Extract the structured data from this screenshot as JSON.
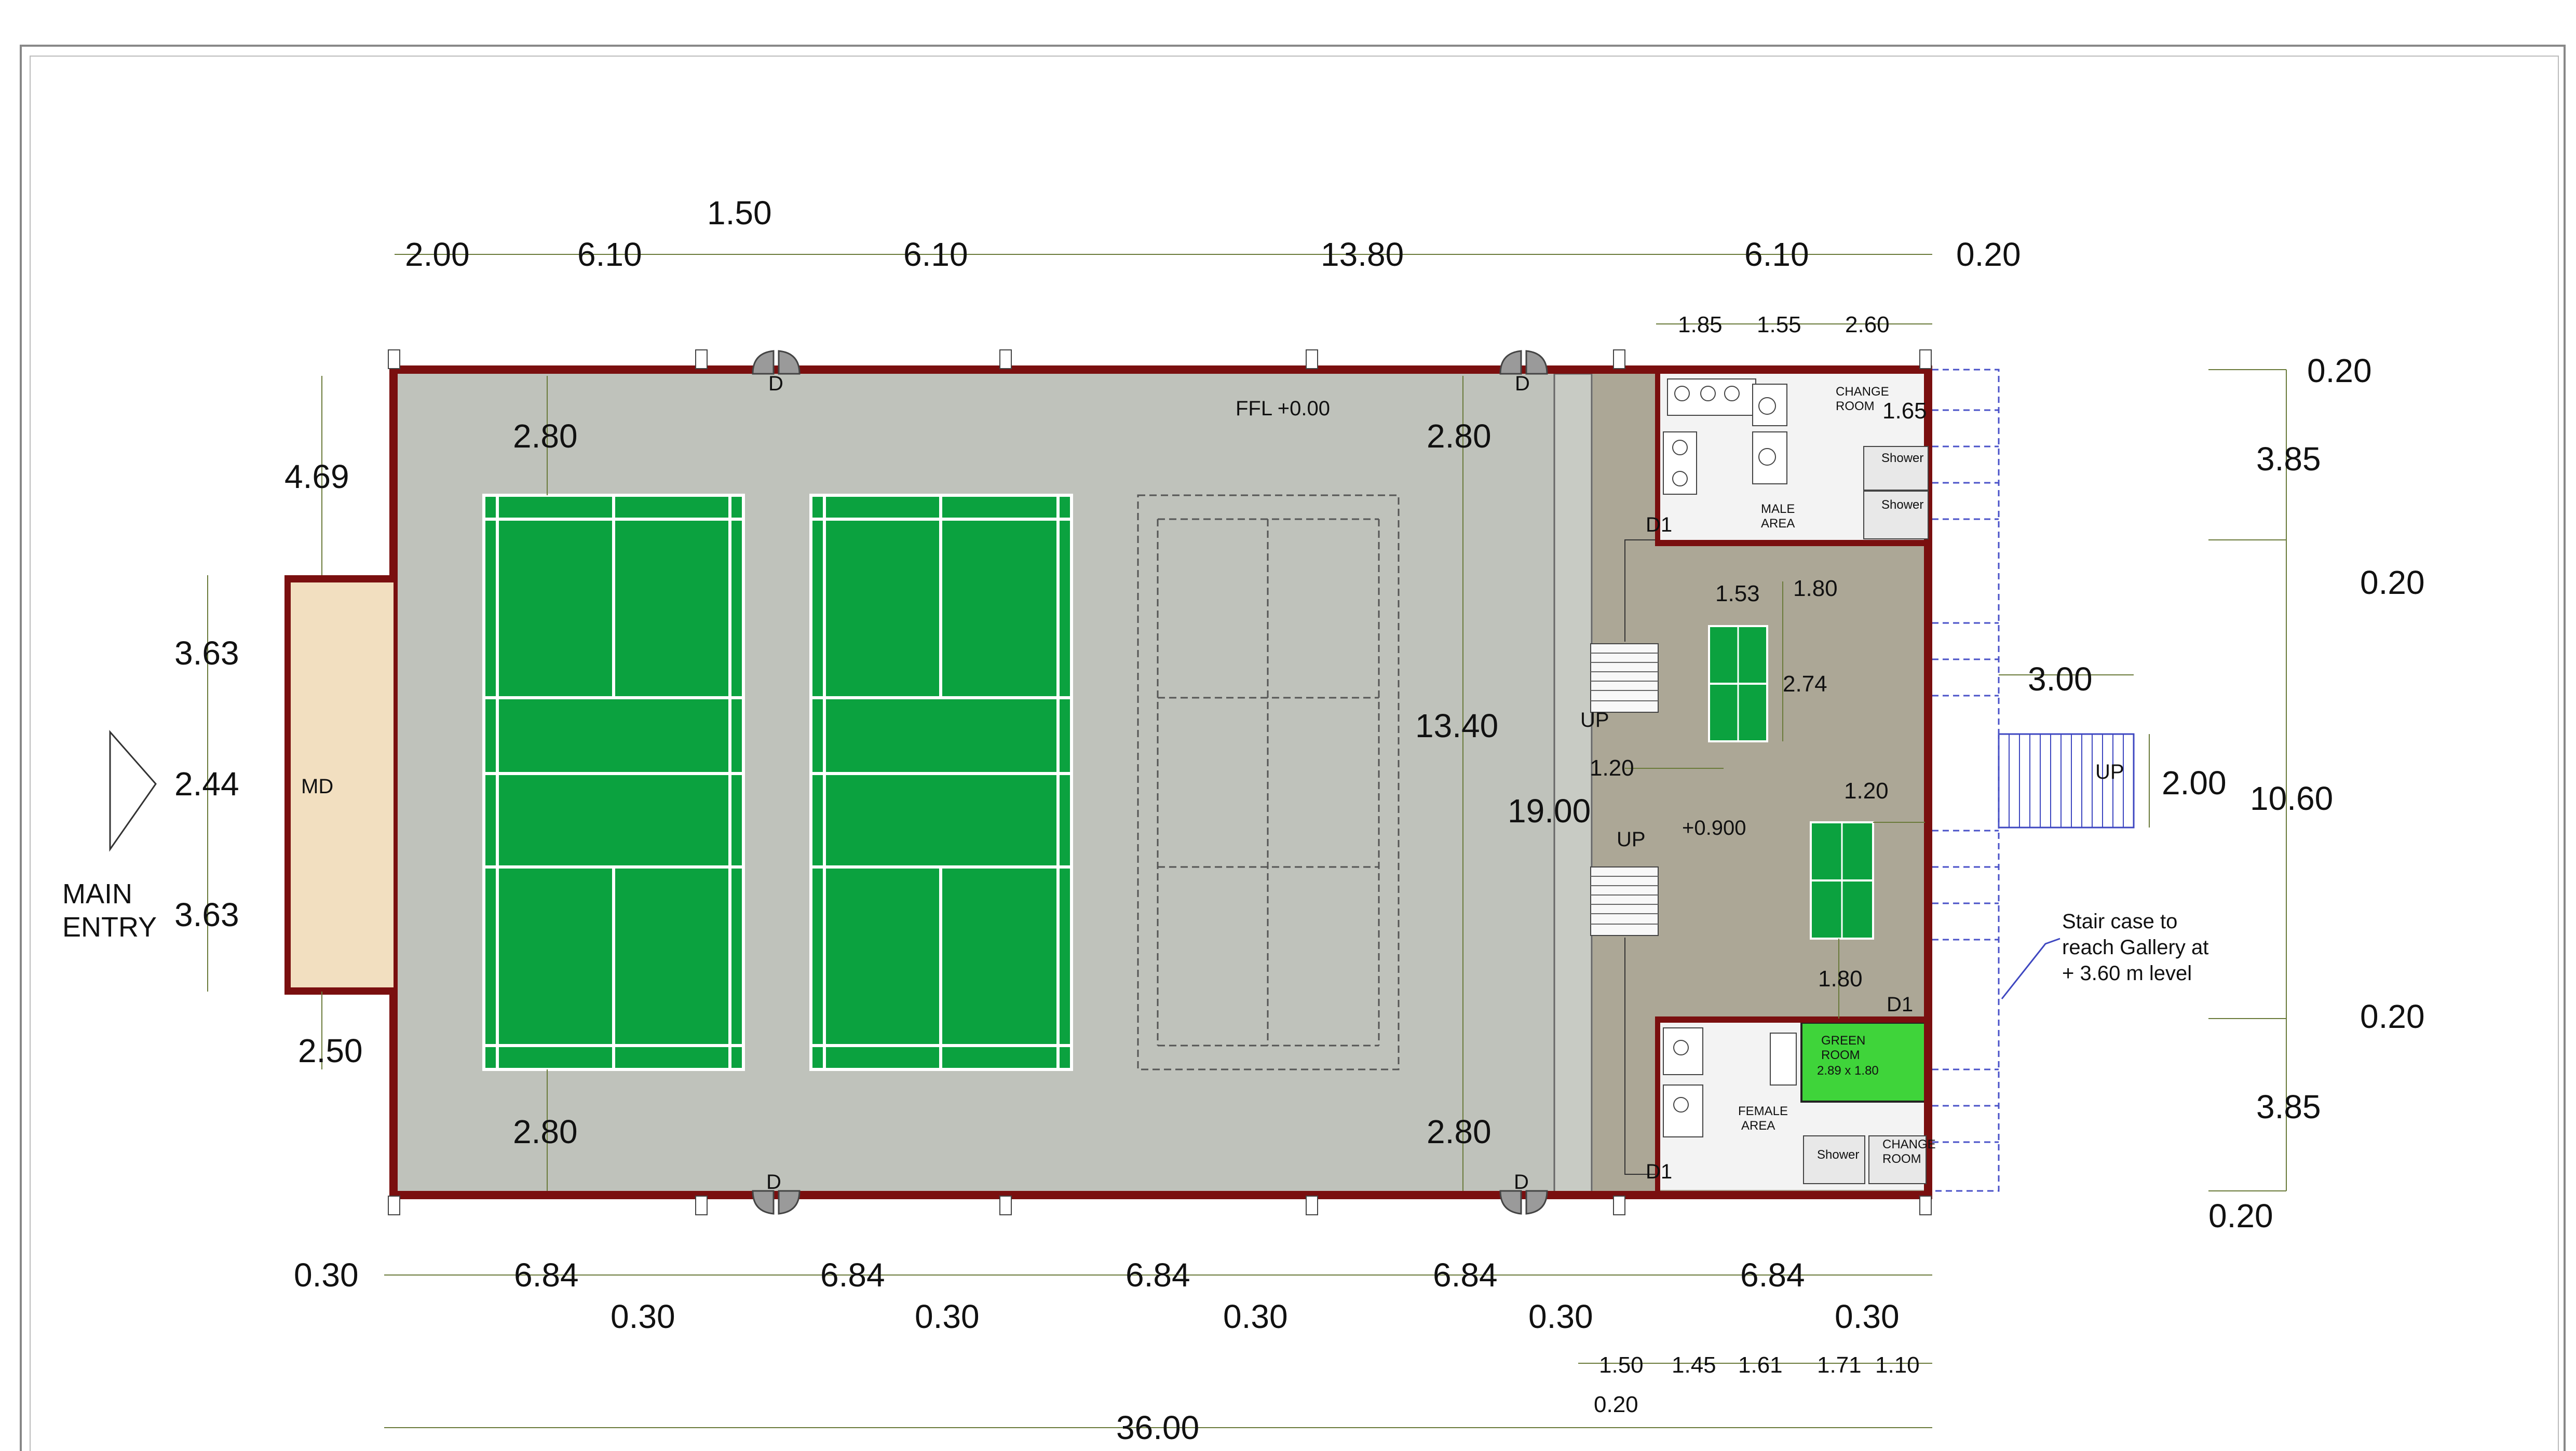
{
  "plan": {
    "labels": {
      "main_entry_1": "MAIN",
      "main_entry_2": "ENTRY",
      "md": "MD",
      "ffl": "FFL  +0.00",
      "level": "+0.900",
      "door": "D",
      "door_d1": "D1",
      "up": "UP",
      "change_room_1": "CHANGE",
      "change_room_2": "ROOM",
      "change_room_b1": "CHANGE",
      "change_room_b2": "ROOM",
      "shower": "Shower",
      "male_area_1": "MALE",
      "male_area_2": "AREA",
      "female_area_1": "FEMALE",
      "female_area_2": "AREA",
      "green_room_1": "GREEN",
      "green_room_2": "ROOM",
      "green_room_size": "2.89 x 1.80",
      "stair_note_1": "Stair case to",
      "stair_note_2": "reach Gallery at",
      "stair_note_3": "+ 3.60 m level"
    },
    "dims_top": [
      "2.00",
      "6.10",
      "1.50",
      "6.10",
      "13.80",
      "6.10",
      "0.20"
    ],
    "dims_top_small": [
      "1.85",
      "1.55",
      "2.60",
      "1.65"
    ],
    "dims_left": [
      "4.69",
      "3.63",
      "2.44",
      "3.63",
      "2.50"
    ],
    "dims_court": [
      "2.80",
      "2.80",
      "2.80",
      "2.80",
      "13.40",
      "19.00"
    ],
    "dims_annex": [
      "1.53",
      "1.80",
      "2.74",
      "1.20",
      "1.20",
      "1.80"
    ],
    "dims_right": [
      "0.20",
      "3.85",
      "0.20",
      "3.00",
      "2.00",
      "10.60",
      "0.20",
      "3.85",
      "0.20"
    ],
    "dims_bottom": [
      "0.30",
      "6.84",
      "0.30",
      "6.84",
      "0.30",
      "6.84",
      "0.30",
      "6.84",
      "0.30",
      "6.84",
      "0.30"
    ],
    "dims_bottom_small": [
      "1.50",
      "1.45",
      "1.61",
      "1.71",
      "1.10",
      "0.20"
    ],
    "dims_total": "36.00"
  }
}
